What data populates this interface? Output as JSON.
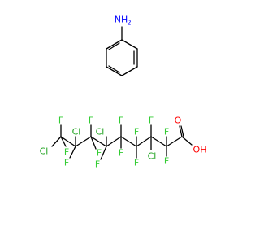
{
  "colors": {
    "background": "#ffffff",
    "bond": "#000000",
    "carbon": "#000000",
    "nitrogen": "#0000ff",
    "oxygen": "#ff0000",
    "fluorine": "#33cc33",
    "chlorine": "#1fa31f"
  },
  "molecules": [
    {
      "name": "aniline",
      "atoms": [
        {
          "id": "N1",
          "label": "NH",
          "sub": "2",
          "element": "N"
        }
      ]
    },
    {
      "name": "acid",
      "atoms": [
        {
          "id": "O1",
          "label": "O",
          "element": "O"
        },
        {
          "id": "O2",
          "label": "OH",
          "element": "O"
        },
        {
          "id": "Cl1",
          "label": "Cl",
          "element": "Cl"
        },
        {
          "id": "Cl2",
          "label": "Cl",
          "element": "Cl"
        },
        {
          "id": "Cl3",
          "label": "Cl",
          "element": "Cl"
        },
        {
          "id": "Cl4",
          "label": "Cl",
          "element": "Cl"
        },
        {
          "id": "F",
          "label": "F",
          "element": "F"
        }
      ]
    }
  ]
}
